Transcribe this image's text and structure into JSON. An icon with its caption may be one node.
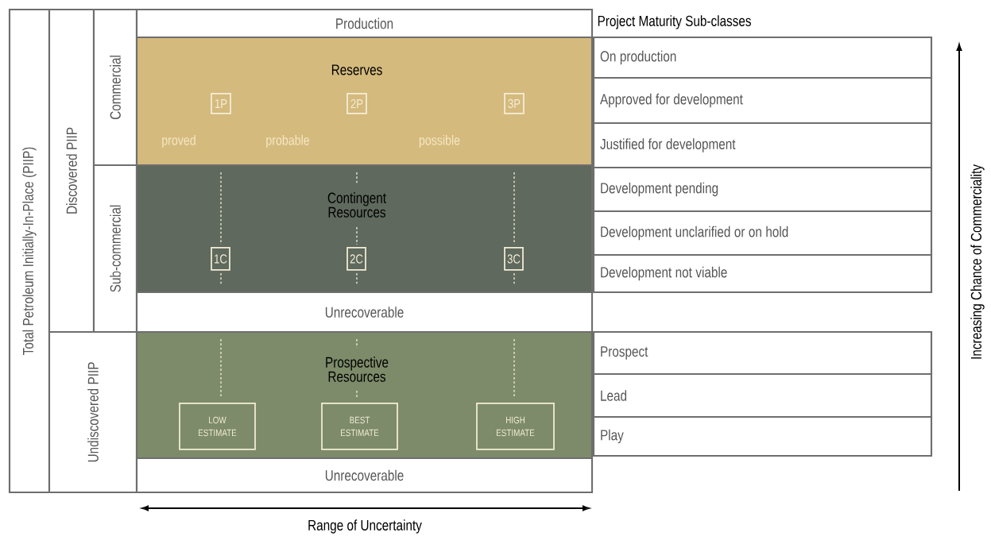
{
  "diagram": {
    "nodes": [
      {
        "text": [
          "Total Petroleum Initially-In-Place (PIIP)"
        ]
      },
      {
        "text": [
          "Discovered PIIP"
        ]
      },
      {
        "text": [
          "Commercial"
        ]
      },
      {
        "text": [
          "Sub-commercial"
        ]
      },
      {
        "text": [
          "Undiscovered PIIP"
        ]
      },
      {
        "text": [
          "Production"
        ]
      },
      {
        "text": [
          "Reserves",
          "proved",
          "probable",
          "possible"
        ]
      },
      {
        "text": [
          "1P"
        ],
        "in": 6
      },
      {
        "text": [
          "2P"
        ],
        "in": 6
      },
      {
        "text": [
          "3P"
        ],
        "in": 6
      },
      {
        "text": [
          "Contingent Resources"
        ]
      },
      {
        "text": [
          "1C"
        ],
        "in": 10
      },
      {
        "text": [
          "2C"
        ],
        "in": 10
      },
      {
        "text": [
          "3C"
        ],
        "in": 10
      },
      {
        "text": [
          "Unrecoverable"
        ]
      },
      {
        "text": [
          "Prospective Resources"
        ]
      },
      {
        "text": [
          "LOW ESTIMATE"
        ],
        "in": 15
      },
      {
        "text": [
          "BEST ESTIMATE"
        ],
        "in": 15
      },
      {
        "text": [
          "HIGH ESTIMATE"
        ],
        "in": 15
      },
      {
        "text": [
          "Unrecoverable"
        ]
      },
      {
        "text": [
          "On production"
        ]
      },
      {
        "text": [
          "Approved for development"
        ]
      },
      {
        "text": [
          "Justified for development"
        ]
      },
      {
        "text": [
          "Development pending"
        ]
      },
      {
        "text": [
          "Development unclarified or on hold"
        ]
      },
      {
        "text": [
          "Development not viable"
        ]
      },
      {
        "text": [
          "Prospect"
        ]
      },
      {
        "text": [
          "Lead"
        ]
      },
      {
        "text": [
          "Play"
        ]
      }
    ],
    "labels": [
      "Project Maturity Sub-classes",
      "Increasing Chance of Commerciality",
      "Range of Uncertainty"
    ]
  }
}
